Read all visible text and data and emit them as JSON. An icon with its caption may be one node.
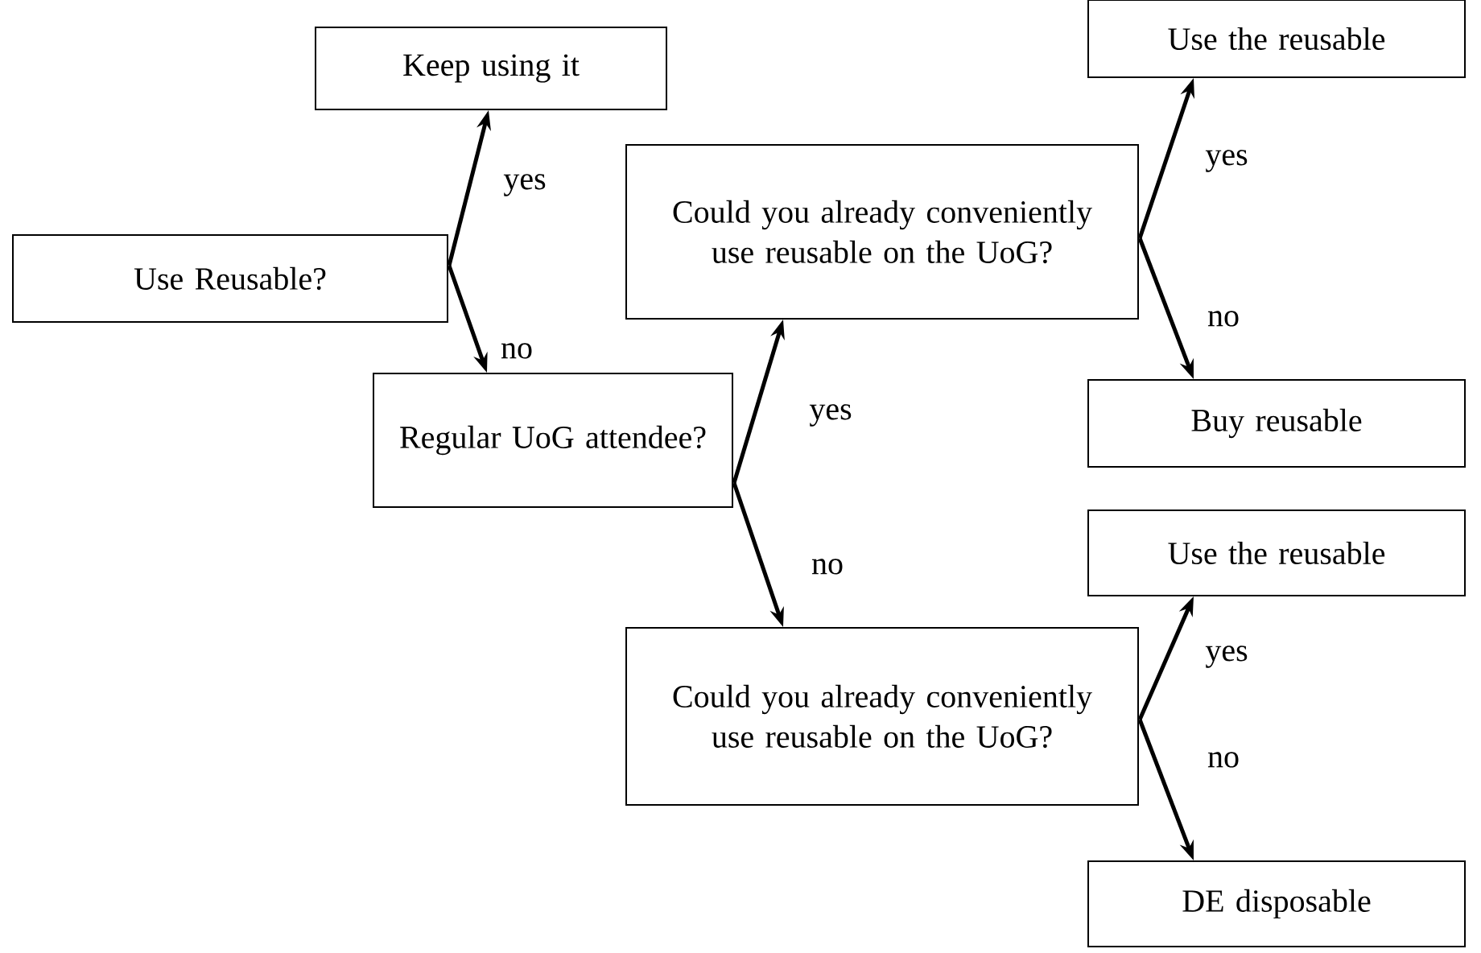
{
  "diagram": {
    "nodes": [
      {
        "text": [
          "Use Reusable?"
        ]
      },
      {
        "text": [
          "Keep using it"
        ]
      },
      {
        "text": [
          "Regular UoG attendee?"
        ]
      },
      {
        "text": [
          "Could you already conveniently use reusable on the UoG?"
        ]
      },
      {
        "text": [
          "Use the reusable"
        ]
      },
      {
        "text": [
          "Buy reusable"
        ]
      },
      {
        "text": [
          "Use the reusable"
        ]
      },
      {
        "text": [
          "Could you already conveniently use reusable on the UoG?"
        ]
      },
      {
        "text": [
          "DE disposable"
        ]
      }
    ],
    "edges": [
      {
        "from": 0,
        "to": 1,
        "arrow": "to",
        "label": "yes"
      },
      {
        "from": 0,
        "to": 2,
        "arrow": "to",
        "label": "no"
      },
      {
        "from": 2,
        "to": 3,
        "arrow": "to",
        "label": "yes"
      },
      {
        "from": 2,
        "to": 7,
        "arrow": "to",
        "label": "no"
      },
      {
        "from": 3,
        "to": 4,
        "arrow": "to",
        "label": "yes"
      },
      {
        "from": 3,
        "to": 5,
        "arrow": "to",
        "label": "no"
      },
      {
        "from": 7,
        "to": 6,
        "arrow": "to",
        "label": "yes"
      },
      {
        "from": 7,
        "to": 8,
        "arrow": "to",
        "label": "no"
      }
    ]
  }
}
